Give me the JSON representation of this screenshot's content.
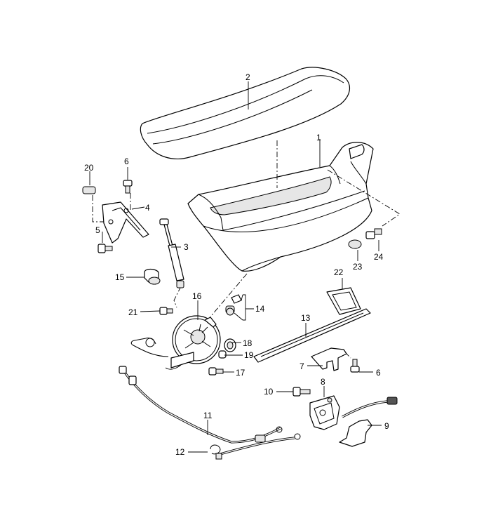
{
  "diagram": {
    "callouts": [
      {
        "id": "c1",
        "text": "1"
      },
      {
        "id": "c2",
        "text": "2"
      },
      {
        "id": "c3",
        "text": "3"
      },
      {
        "id": "c4",
        "text": "4"
      },
      {
        "id": "c5",
        "text": "5"
      },
      {
        "id": "c6a",
        "text": "6"
      },
      {
        "id": "c6b",
        "text": "6"
      },
      {
        "id": "c7",
        "text": "7"
      },
      {
        "id": "c8",
        "text": "8"
      },
      {
        "id": "c9",
        "text": "9"
      },
      {
        "id": "c10",
        "text": "10"
      },
      {
        "id": "c11",
        "text": "11"
      },
      {
        "id": "c12",
        "text": "12"
      },
      {
        "id": "c13",
        "text": "13"
      },
      {
        "id": "c14",
        "text": "14"
      },
      {
        "id": "c15",
        "text": "15"
      },
      {
        "id": "c16",
        "text": "16"
      },
      {
        "id": "c17",
        "text": "17"
      },
      {
        "id": "c18",
        "text": "18"
      },
      {
        "id": "c19",
        "text": "19"
      },
      {
        "id": "c20",
        "text": "20"
      },
      {
        "id": "c21",
        "text": "21"
      },
      {
        "id": "c22",
        "text": "22"
      },
      {
        "id": "c23",
        "text": "23"
      },
      {
        "id": "c24",
        "text": "24"
      }
    ]
  }
}
